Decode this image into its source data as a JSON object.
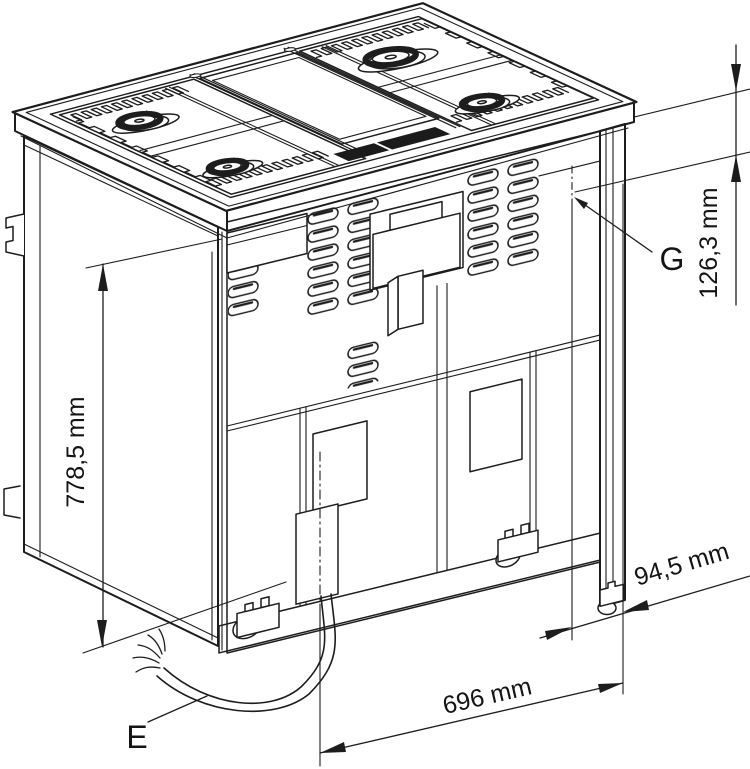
{
  "diagram": {
    "type": "technical-installation-drawing",
    "subject": "gas range cooker, rear isometric view with connection dimensions",
    "line_color": "#1d1d1d",
    "background_color": "#ffffff",
    "dimensions": {
      "height": "778,5 mm",
      "gas_connection_height": "126,3 mm",
      "gas_connection_side_offset": "94,5 mm",
      "rear_width": "696 mm"
    },
    "labels": {
      "gas_connection": "G",
      "electrical_cable": "E"
    }
  }
}
